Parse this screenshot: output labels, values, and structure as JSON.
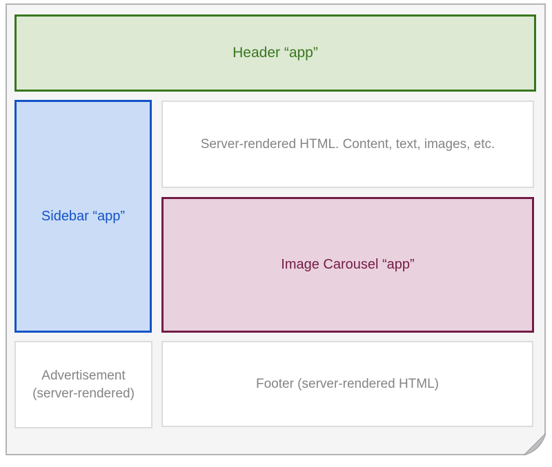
{
  "diagram": {
    "description": "Web page layout diagram with folded page corner",
    "boxes": {
      "header": {
        "label": "Header “app”"
      },
      "sidebar": {
        "label": "Sidebar “app”"
      },
      "content": {
        "label": "Server-rendered HTML. Content, text, images, etc."
      },
      "carousel": {
        "label": "Image Carousel “app”"
      },
      "advertisement": {
        "label": "Advertisement\n(server-rendered)"
      },
      "footer": {
        "label": "Footer (server-rendered HTML)"
      }
    }
  },
  "colors": {
    "page_bg": "#f5f5f6",
    "page_border": "#b4b4b4",
    "header_fill": "#dde9d3",
    "header_stroke": "#38761d",
    "sidebar_fill": "#cbdcf7",
    "sidebar_stroke": "#1353c6",
    "carousel_fill": "#e9d2dd",
    "carousel_stroke": "#741b47",
    "panel_border": "#dcdcdc",
    "panel_text": "#848484"
  }
}
